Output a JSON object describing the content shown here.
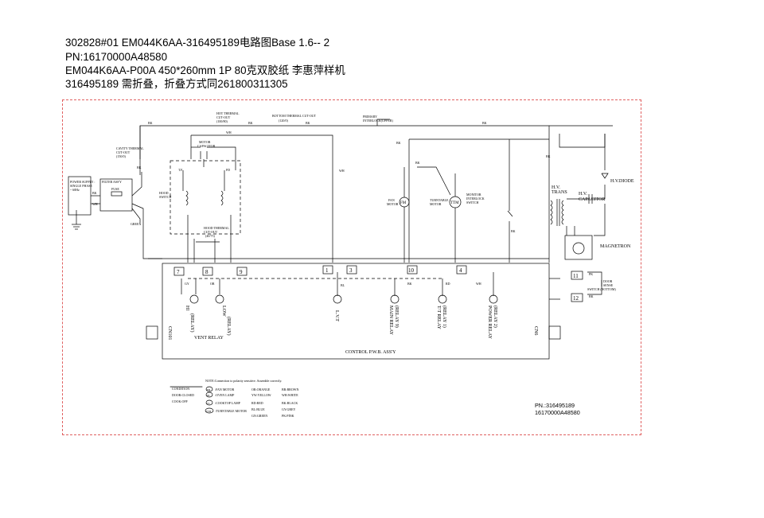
{
  "header": {
    "line1": "302828#01 EM044K6AA-316495189电路图Base 1.6-- 2",
    "line2": "PN:16170000A48580",
    "line3": "EM044K6AA-P00A 450*260mm 1P 80克双胶纸 李惠萍样机",
    "line4": "316495189  需折叠，折叠方式同261800311305"
  },
  "diagram": {
    "power_supply": "POWER SUPPLY :",
    "single_phase": "SINGLE PHASE",
    "power_spec": "~ 60Hz",
    "filter": "FILTER ASS'Y",
    "fuse": "FUSE",
    "cavity_thermal": "CAVITY THERMAL",
    "cavity_cutout": "CUT-OUT",
    "cavity_temp": "(150/0)",
    "hot_thermal": "HOT THERMAL",
    "hot_cutout": "CUT-OUT",
    "hot_temp": "(100/80)",
    "bottom_thermal": "BOTTOM THERMAL CUT-OUT",
    "bottom_temp": "(120/0)",
    "motor_capacitor_1": "MOTOR",
    "motor_capacitor_2": "CAPACITOR",
    "tf": "T.F.",
    "fd": "FD",
    "hood_switch_1": "HOOD",
    "hood_switch_2": "SWITCH",
    "hood_thermal": "HOOD THERMAL",
    "hood_cutout": "CUT-OUT",
    "hood_temp": "(40/75)",
    "primary_interlock": "PRIMARY",
    "primary_interlock_2": "INTERLOCK(UPPER)",
    "fan_motor_1": "FAN",
    "fan_motor_2": "MOTOR",
    "turntable_motor_1": "TURNTABLE",
    "turntable_motor_2": "MOTOR",
    "monitor_1": "MONITOR",
    "monitor_2": "INTERLOCK",
    "monitor_3": "SWITCH",
    "fm": "FM",
    "ttm": "TTM",
    "hv_trans_1": "H.V.",
    "hv_trans_2": "TRANS",
    "hv_cap_1": "H.V.",
    "hv_cap_2": "CAPACITOR",
    "hv_diode": "H.V.DIODE",
    "magnetron": "MAGNETRON",
    "hi": "HI",
    "orio": "(RELAY)",
    "low": "LOW",
    "low_relay": "(RELAY)",
    "lvt": "L.V.T",
    "main_relay": "MAIN RELAY",
    "main_relay_num": "(RELAY 9)",
    "tt_relay": "T/T RELAY",
    "tt_relay_num": "(RELAY 1)",
    "power_relay": "POWER RELAY",
    "power_relay_num": "(RELAY 2)",
    "cn101": "CN101",
    "cn6": "CN6",
    "vent_relay": "VENT RELAY",
    "control_pwb": "CONTROL P.W.B. ASS'Y",
    "door_sense_1": "DOOR",
    "door_sense_2": "SENSE",
    "door_sense_3": "SWITCH (BOTTOM)",
    "green": "GREEN",
    "box_7": "7",
    "box_8": "8",
    "box_9": "9",
    "box_1": "1",
    "box_3": "3",
    "box_10": "10",
    "box_4": "4",
    "box_11": "11",
    "box_12": "12",
    "wire_bk": "BK",
    "wire_wh": "WH",
    "wire_rd": "RD",
    "wire_gy": "GY",
    "wire_or": "OR",
    "wire_bl": "BL",
    "wire_br": "BR",
    "wire_pk": "PK",
    "wire_gn": "GN"
  },
  "legend": {
    "note": "NOTE:Connection to polarity sensitive. Assemble correctly.",
    "cond_title": "CONDITION",
    "cond_1": "DOOR:CLOSED",
    "cond_2": "COOK:OFF",
    "items": [
      {
        "code": "FM",
        "text": ":FAN MOTOR"
      },
      {
        "code": "OL",
        "text": ":OVEN LAMP"
      },
      {
        "code": "CL",
        "text": ":COOKTOP LAMP"
      },
      {
        "code": "TTM",
        "text": ":TURNTABLE MOTOR"
      }
    ],
    "colors_a": [
      "OR:ORANGE",
      "YW:YELLOW",
      "RD:RED",
      "BL:BLUE",
      "GN:GREEN"
    ],
    "colors_b": [
      "BR:BROWN",
      "WH:WHITE",
      "BK:BLACK",
      "GY:GREY",
      "PK:PINK"
    ]
  },
  "footer": {
    "pn": "PN.:316495189",
    "code": "16170000A48580"
  }
}
